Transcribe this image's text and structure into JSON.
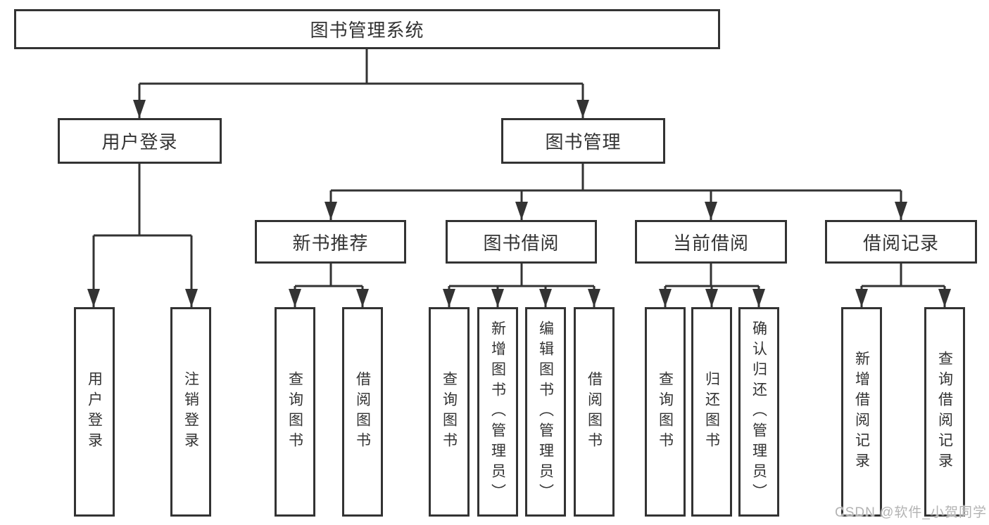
{
  "tree": {
    "label": "图书管理系统",
    "children": [
      {
        "label": "用户登录",
        "children": [
          {
            "label": "用户登录"
          },
          {
            "label": "注销登录"
          }
        ]
      },
      {
        "label": "图书管理",
        "children": [
          {
            "label": "新书推荐",
            "children": [
              {
                "label": "查询图书"
              },
              {
                "label": "借阅图书"
              }
            ]
          },
          {
            "label": "图书借阅",
            "children": [
              {
                "label": "查询图书"
              },
              {
                "label": "新增图书（管理员）"
              },
              {
                "label": "编辑图书（管理员）"
              },
              {
                "label": "借阅图书"
              }
            ]
          },
          {
            "label": "当前借阅",
            "children": [
              {
                "label": "查询图书"
              },
              {
                "label": "归还图书"
              },
              {
                "label": "确认归还（管理员）"
              }
            ]
          },
          {
            "label": "借阅记录",
            "children": [
              {
                "label": "新增借阅记录"
              },
              {
                "label": "查询借阅记录"
              }
            ]
          }
        ]
      }
    ]
  },
  "watermark": {
    "text": "CSDN @软件_小贺同学",
    "color": "#b3b3b3"
  },
  "colors": {
    "line": "#333333",
    "text": "#333333",
    "box_background": "#ffffff",
    "page_background": "#ffffff"
  }
}
